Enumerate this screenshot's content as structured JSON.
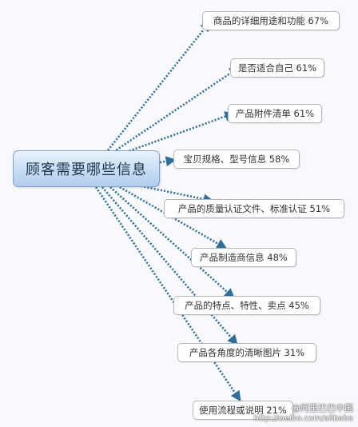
{
  "diagram": {
    "center": {
      "label": "顾客需要哪些信息"
    },
    "branches": [
      {
        "label": "商品的详细用途和功能 67%"
      },
      {
        "label": "是否适合自己 61%"
      },
      {
        "label": "产品附件清单 61%"
      },
      {
        "label": "宝贝规格、型号信息 58%"
      },
      {
        "label": "产品的质量认证文件、标准认证 51%"
      },
      {
        "label": "产品制造商信息 48%"
      },
      {
        "label": "产品的特点、特性、卖点 45%"
      },
      {
        "label": "产品各角度的清晰图片 31%"
      },
      {
        "label": "使用流程或说明 21%"
      }
    ]
  },
  "watermark": {
    "line1": "@阿里巴巴中国",
    "line2": "http://weibo.com/alibaba"
  },
  "colors": {
    "connector": "#2f6e9a",
    "center_border": "#7f9fc4",
    "leaf_border": "#b6b6b6"
  }
}
